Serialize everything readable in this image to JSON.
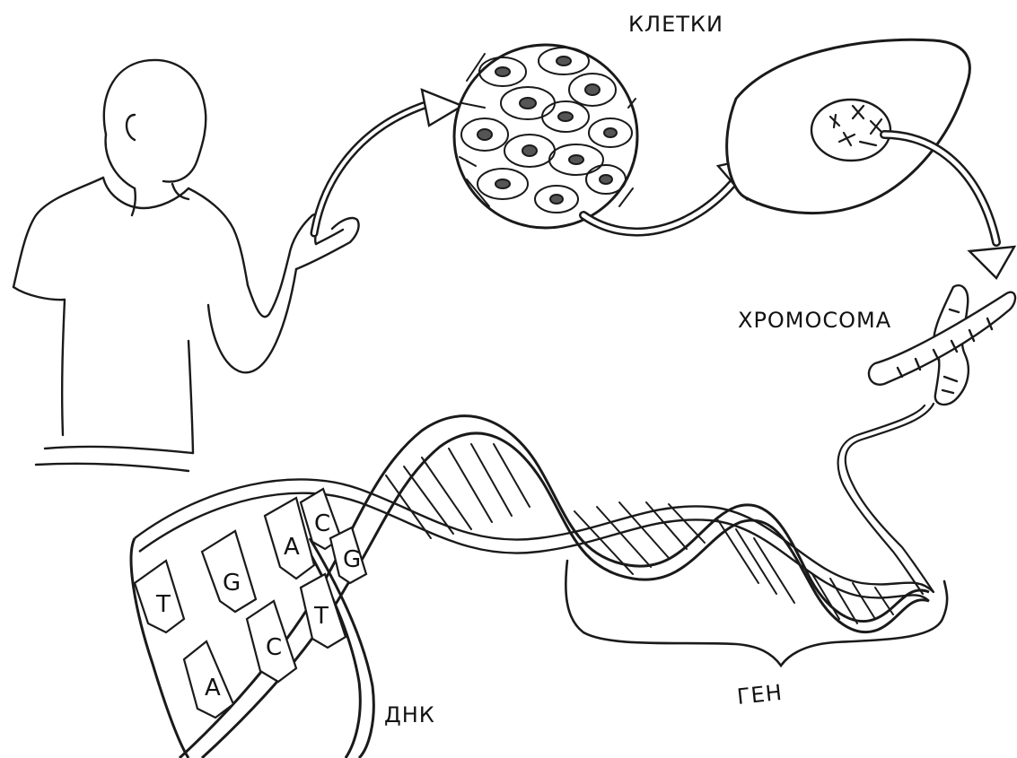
{
  "labels": {
    "cells": "КЛЕТКИ",
    "chromosome": "ХРОМОСОМА",
    "dna": "ДНК",
    "gene": "ГЕН"
  },
  "bases": [
    "T",
    "A",
    "G",
    "C",
    "A",
    "T",
    "C",
    "G"
  ],
  "colors": {
    "ink": "#1a1a1a",
    "paper": "#ffffff"
  }
}
